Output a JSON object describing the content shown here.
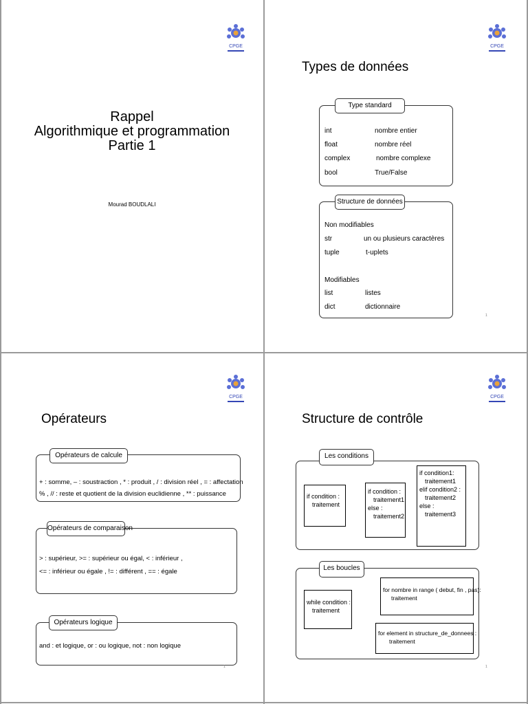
{
  "slide1": {
    "title_line1": "Rappel",
    "title_line2": "Algorithmique et programmation",
    "title_line3": "Partie 1",
    "author": "Mourad BOUDLALI",
    "logo_text": "CPGE"
  },
  "slide2": {
    "title": "Types de données",
    "logo_text": "CPGE",
    "page_number": "1",
    "standard": {
      "label": "Type standard",
      "rows": [
        {
          "name": "int",
          "desc": "nombre  entier"
        },
        {
          "name": "float",
          "desc": "nombre réel"
        },
        {
          "name": "complex",
          "desc": "nombre complexe"
        },
        {
          "name": "bool",
          "desc": "True/False"
        }
      ]
    },
    "structures": {
      "label": "Structure de données",
      "non_mod_heading": "Non modifiables",
      "non_mod_rows": [
        {
          "name": "str",
          "desc": "un ou plusieurs caractères"
        },
        {
          "name": "tuple",
          "desc": "t-uplets"
        }
      ],
      "mod_heading": "Modifiables",
      "mod_rows": [
        {
          "name": "list",
          "desc": "listes"
        },
        {
          "name": "dict",
          "desc": "dictionnaire"
        }
      ]
    }
  },
  "slide3": {
    "title": "Opérateurs",
    "logo_text": "CPGE",
    "page_number": "1",
    "calcul": {
      "label": "Opérateurs de calcule",
      "line1": "+ :  somme,  – :  soustraction ,  * :  produit , / :  division réel ,  = : affectation",
      "line2": "% , // :  reste et quotient  de la division euclidienne ,  ** :  puissance"
    },
    "comparaison": {
      "label": "Opérateurs de comparaison",
      "line1": "> : supérieur,  >= : supérieur ou égal, < :  inférieur ,",
      "line2": "<= : inférieur ou égale ,  != :  différent , == : égale"
    },
    "logique": {
      "label": "Opérateurs logique",
      "line1": "and  :   et logique,  or  :  ou logique,   not  :  non logique"
    }
  },
  "slide4": {
    "title": "Structure de contrôle",
    "logo_text": "CPGE",
    "page_number": "1",
    "conditions": {
      "label": "Les conditions",
      "box1": [
        "if condition :",
        "   traitement"
      ],
      "box2": [
        "if  condition :",
        "    traitement1",
        "else :",
        "    traitement2"
      ],
      "box3": [
        "if condition1:",
        "    traitement1",
        "elif condition2 :",
        "    traitement2",
        "else :",
        "    traitement3"
      ]
    },
    "boucles": {
      "label": "Les boucles",
      "box1": [
        "while  condition :",
        "   traitement"
      ],
      "box2": [
        "for  nombre in range ( debut, fin , pas):",
        "        traitement"
      ],
      "box3": [
        "for element  in structure_de_donnees :",
        "       traitement"
      ]
    }
  }
}
